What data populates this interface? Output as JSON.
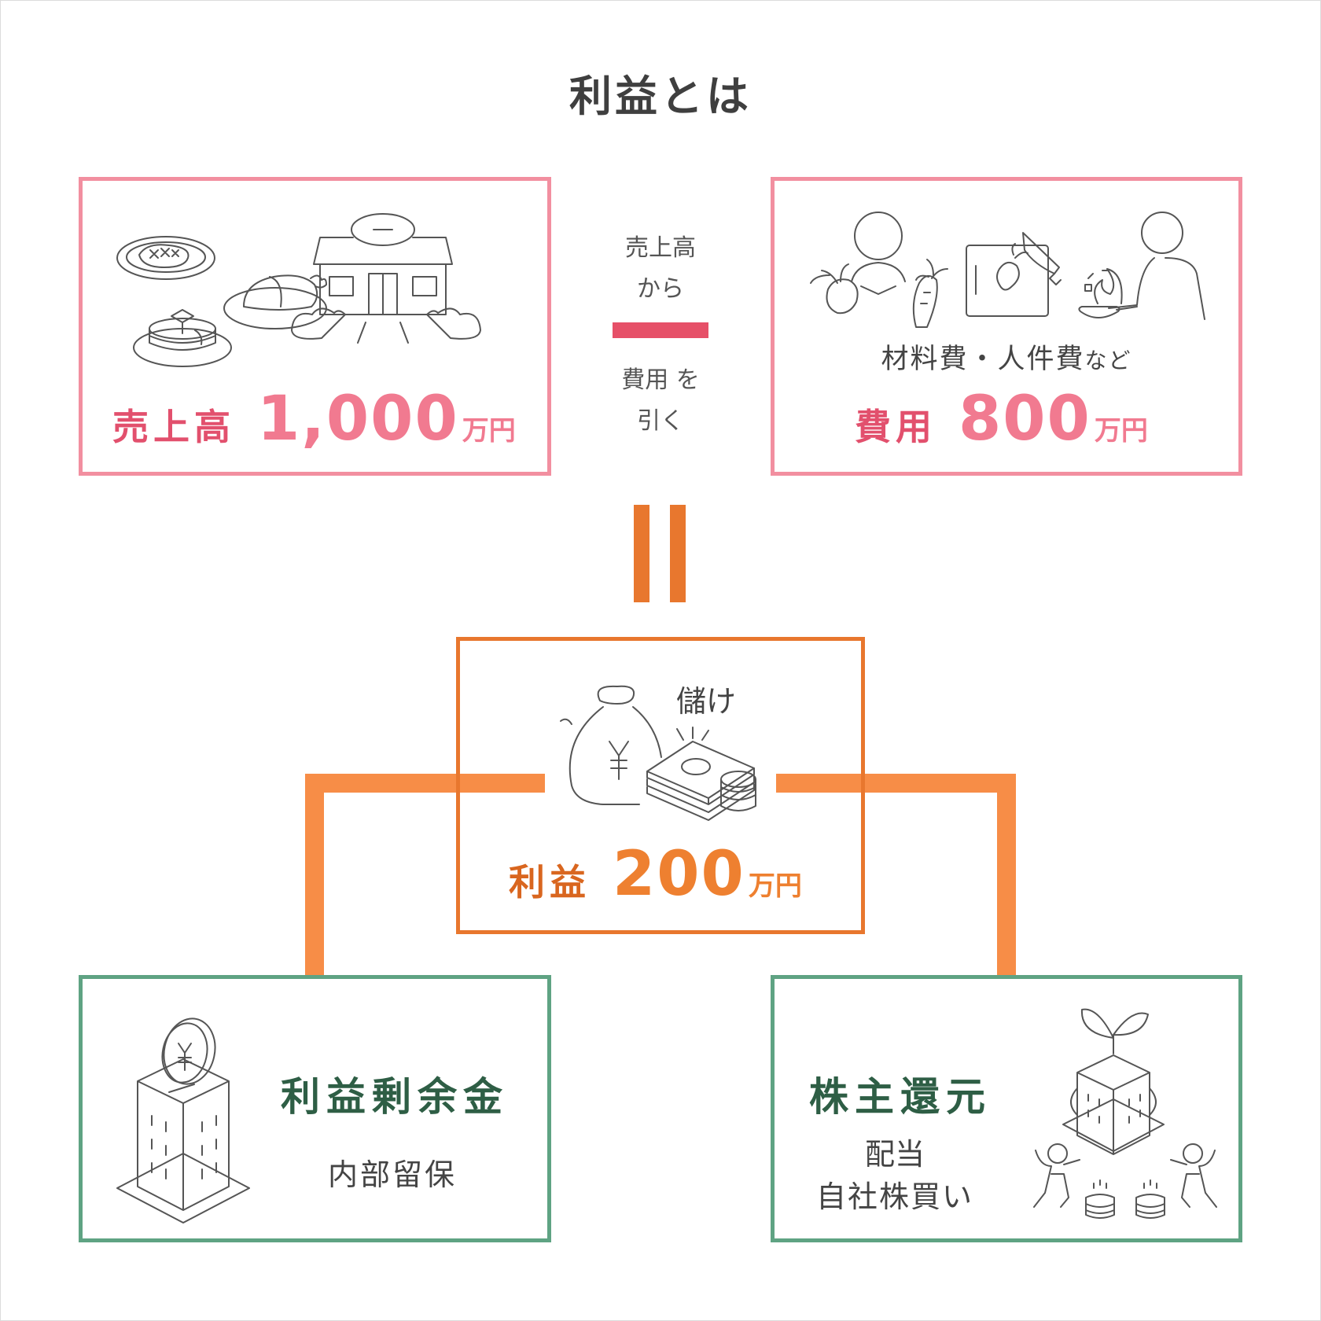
{
  "title": "利益とは",
  "sales": {
    "label": "売上高",
    "amount": "1,000",
    "unit": "万円"
  },
  "operator": {
    "line1": "売上高",
    "line2": "から",
    "line3": "費用 を",
    "line4": "引く"
  },
  "costs": {
    "caption": "材料費・人件費",
    "caption_suffix": "など",
    "label": "費用",
    "amount": "800",
    "unit": "万円"
  },
  "profit": {
    "caption": "儲け",
    "label": "利益",
    "amount": "200",
    "unit": "万円"
  },
  "retained": {
    "title": "利益剰余金",
    "subtitle": "内部留保"
  },
  "return": {
    "title": "株主還元",
    "line1": "配当",
    "line2": "自社株買い"
  },
  "colors": {
    "sales_text": "#e2506d",
    "sales_num": "#f17a90",
    "pink_border": "#f28fa0",
    "minus_bar": "#e65068",
    "equals": "#e8772e",
    "orange_border": "#e8772e",
    "profit_text": "#d9661f",
    "profit_num": "#ee8030",
    "arrow": "#f78d47",
    "green_border": "#5fa383",
    "green_text": "#2e5e45"
  },
  "icons": [
    "steak-plate-icon",
    "omelet-rice-icon",
    "pancake-icon",
    "restaurant-building-icon",
    "cook-with-vegetables-icon",
    "cutting-board-icon",
    "chef-with-pan-icon",
    "money-bag-icon",
    "cash-and-coins-icon",
    "coin-into-building-icon",
    "growing-building-icon",
    "cheering-people-icon"
  ]
}
